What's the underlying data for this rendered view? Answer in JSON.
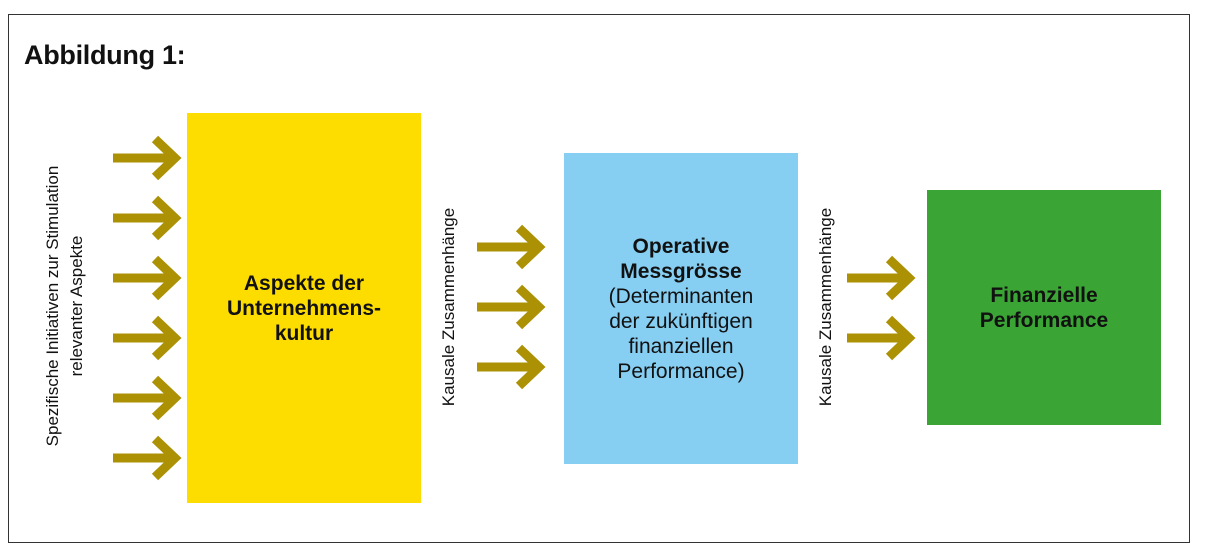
{
  "figure_title": "Abbildung 1:",
  "left_label": [
    "Spezifische Initiativen zur Stimulation",
    "relevanter Aspekte"
  ],
  "box_culture": {
    "lines": [
      "Aspekte der",
      "Unternehmens-",
      "kultur"
    ]
  },
  "causal_label_1": "Kausale Zusammenhänge",
  "box_operative": {
    "bold_lines": [
      "Operative",
      "Messgrösse"
    ],
    "lines": [
      "(Determinanten",
      "der zukünftigen",
      "finanziellen",
      "Performance)"
    ]
  },
  "causal_label_2": "Kausale Zusammenhänge",
  "box_financial": {
    "lines": [
      "Finanzielle",
      "Performance"
    ]
  },
  "colors": {
    "arrow": "#ab9103",
    "culture_box": "#fddd00",
    "operative_box": "#86cff3",
    "financial_box": "#3aa535",
    "frame": "#333333"
  }
}
